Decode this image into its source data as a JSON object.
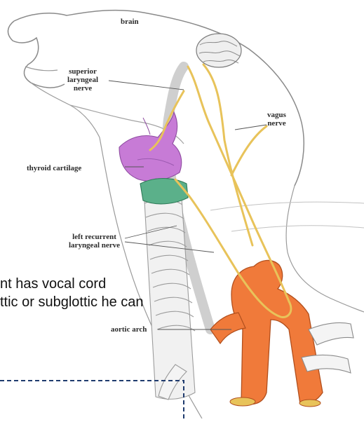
{
  "labels": {
    "brain": "brain",
    "superior_laryngeal_nerve": [
      "superior",
      "laryngeal",
      "nerve"
    ],
    "vagus_nerve": [
      "vagus",
      "nerve"
    ],
    "thyroid_cartilage": "thyroid cartilage",
    "left_recurrent_laryngeal_nerve": [
      "left recurrent",
      "laryngeal nerve"
    ],
    "aortic_arch": "aortic arch"
  },
  "overlay_text": {
    "line1": "nt has vocal cord",
    "line2": "ttic or subglottic he can"
  },
  "colors": {
    "nerve": "#e8c35a",
    "aorta": "#f07a3a",
    "thyroid_cartilage": "#c77bd6",
    "cricoid": "#5bb08a",
    "dashed_box": "#1f3b6e"
  }
}
